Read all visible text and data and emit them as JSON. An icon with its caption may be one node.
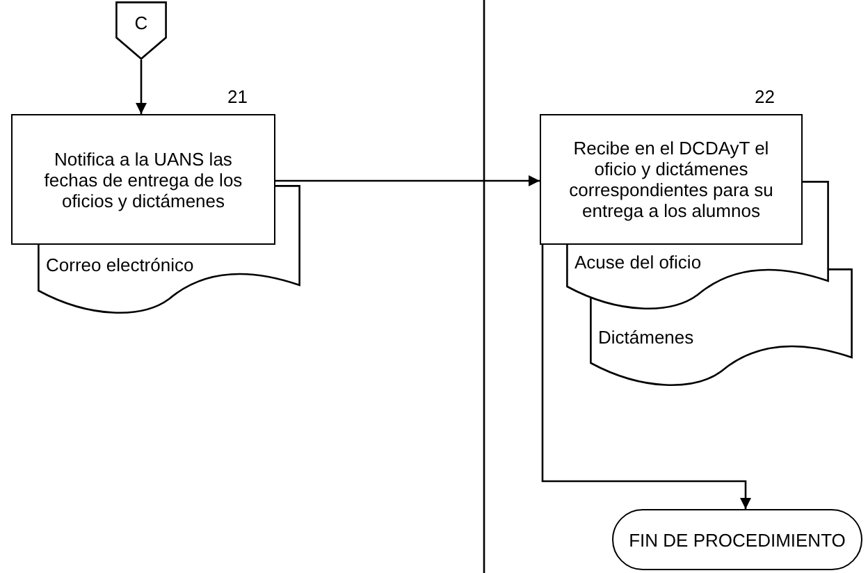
{
  "diagram": {
    "nodes": [
      {
        "text": [
          "C"
        ]
      },
      {
        "text": [
          "Notifica a la UANS las fechas de entrega de los oficios y dictámenes"
        ],
        "beside": [
          "21"
        ]
      },
      {
        "text": [
          "Correo electrónico"
        ]
      },
      {
        "text": [
          "Recibe en el DCDAyT el oficio y dictámenes correspondientes para su entrega a los alumnos"
        ],
        "beside": [
          "22"
        ]
      },
      {
        "text": [
          "Acuse del oficio"
        ]
      },
      {
        "text": [
          "Dictámenes"
        ]
      },
      {
        "text": [
          "FIN DE PROCEDIMIENTO"
        ]
      }
    ],
    "edges": [
      {
        "from": 0,
        "to": 1,
        "arrow": "to"
      },
      {
        "from": 1,
        "to": 3,
        "arrow": "to"
      },
      {
        "from": 3,
        "to": 6,
        "arrow": "to"
      }
    ]
  }
}
